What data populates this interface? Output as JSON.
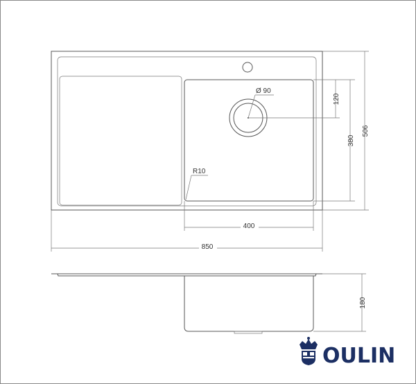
{
  "drawing": {
    "dimensions": {
      "drain_diameter": "Ø 90",
      "drain_offset": "120",
      "bowl_depth_length": "380",
      "overall_depth": "506",
      "bowl_width": "400",
      "overall_width": "850",
      "corner_radius": "R10",
      "bowl_height": "180"
    }
  },
  "logo": {
    "text": "OULIN",
    "color": "#1c2f63"
  }
}
